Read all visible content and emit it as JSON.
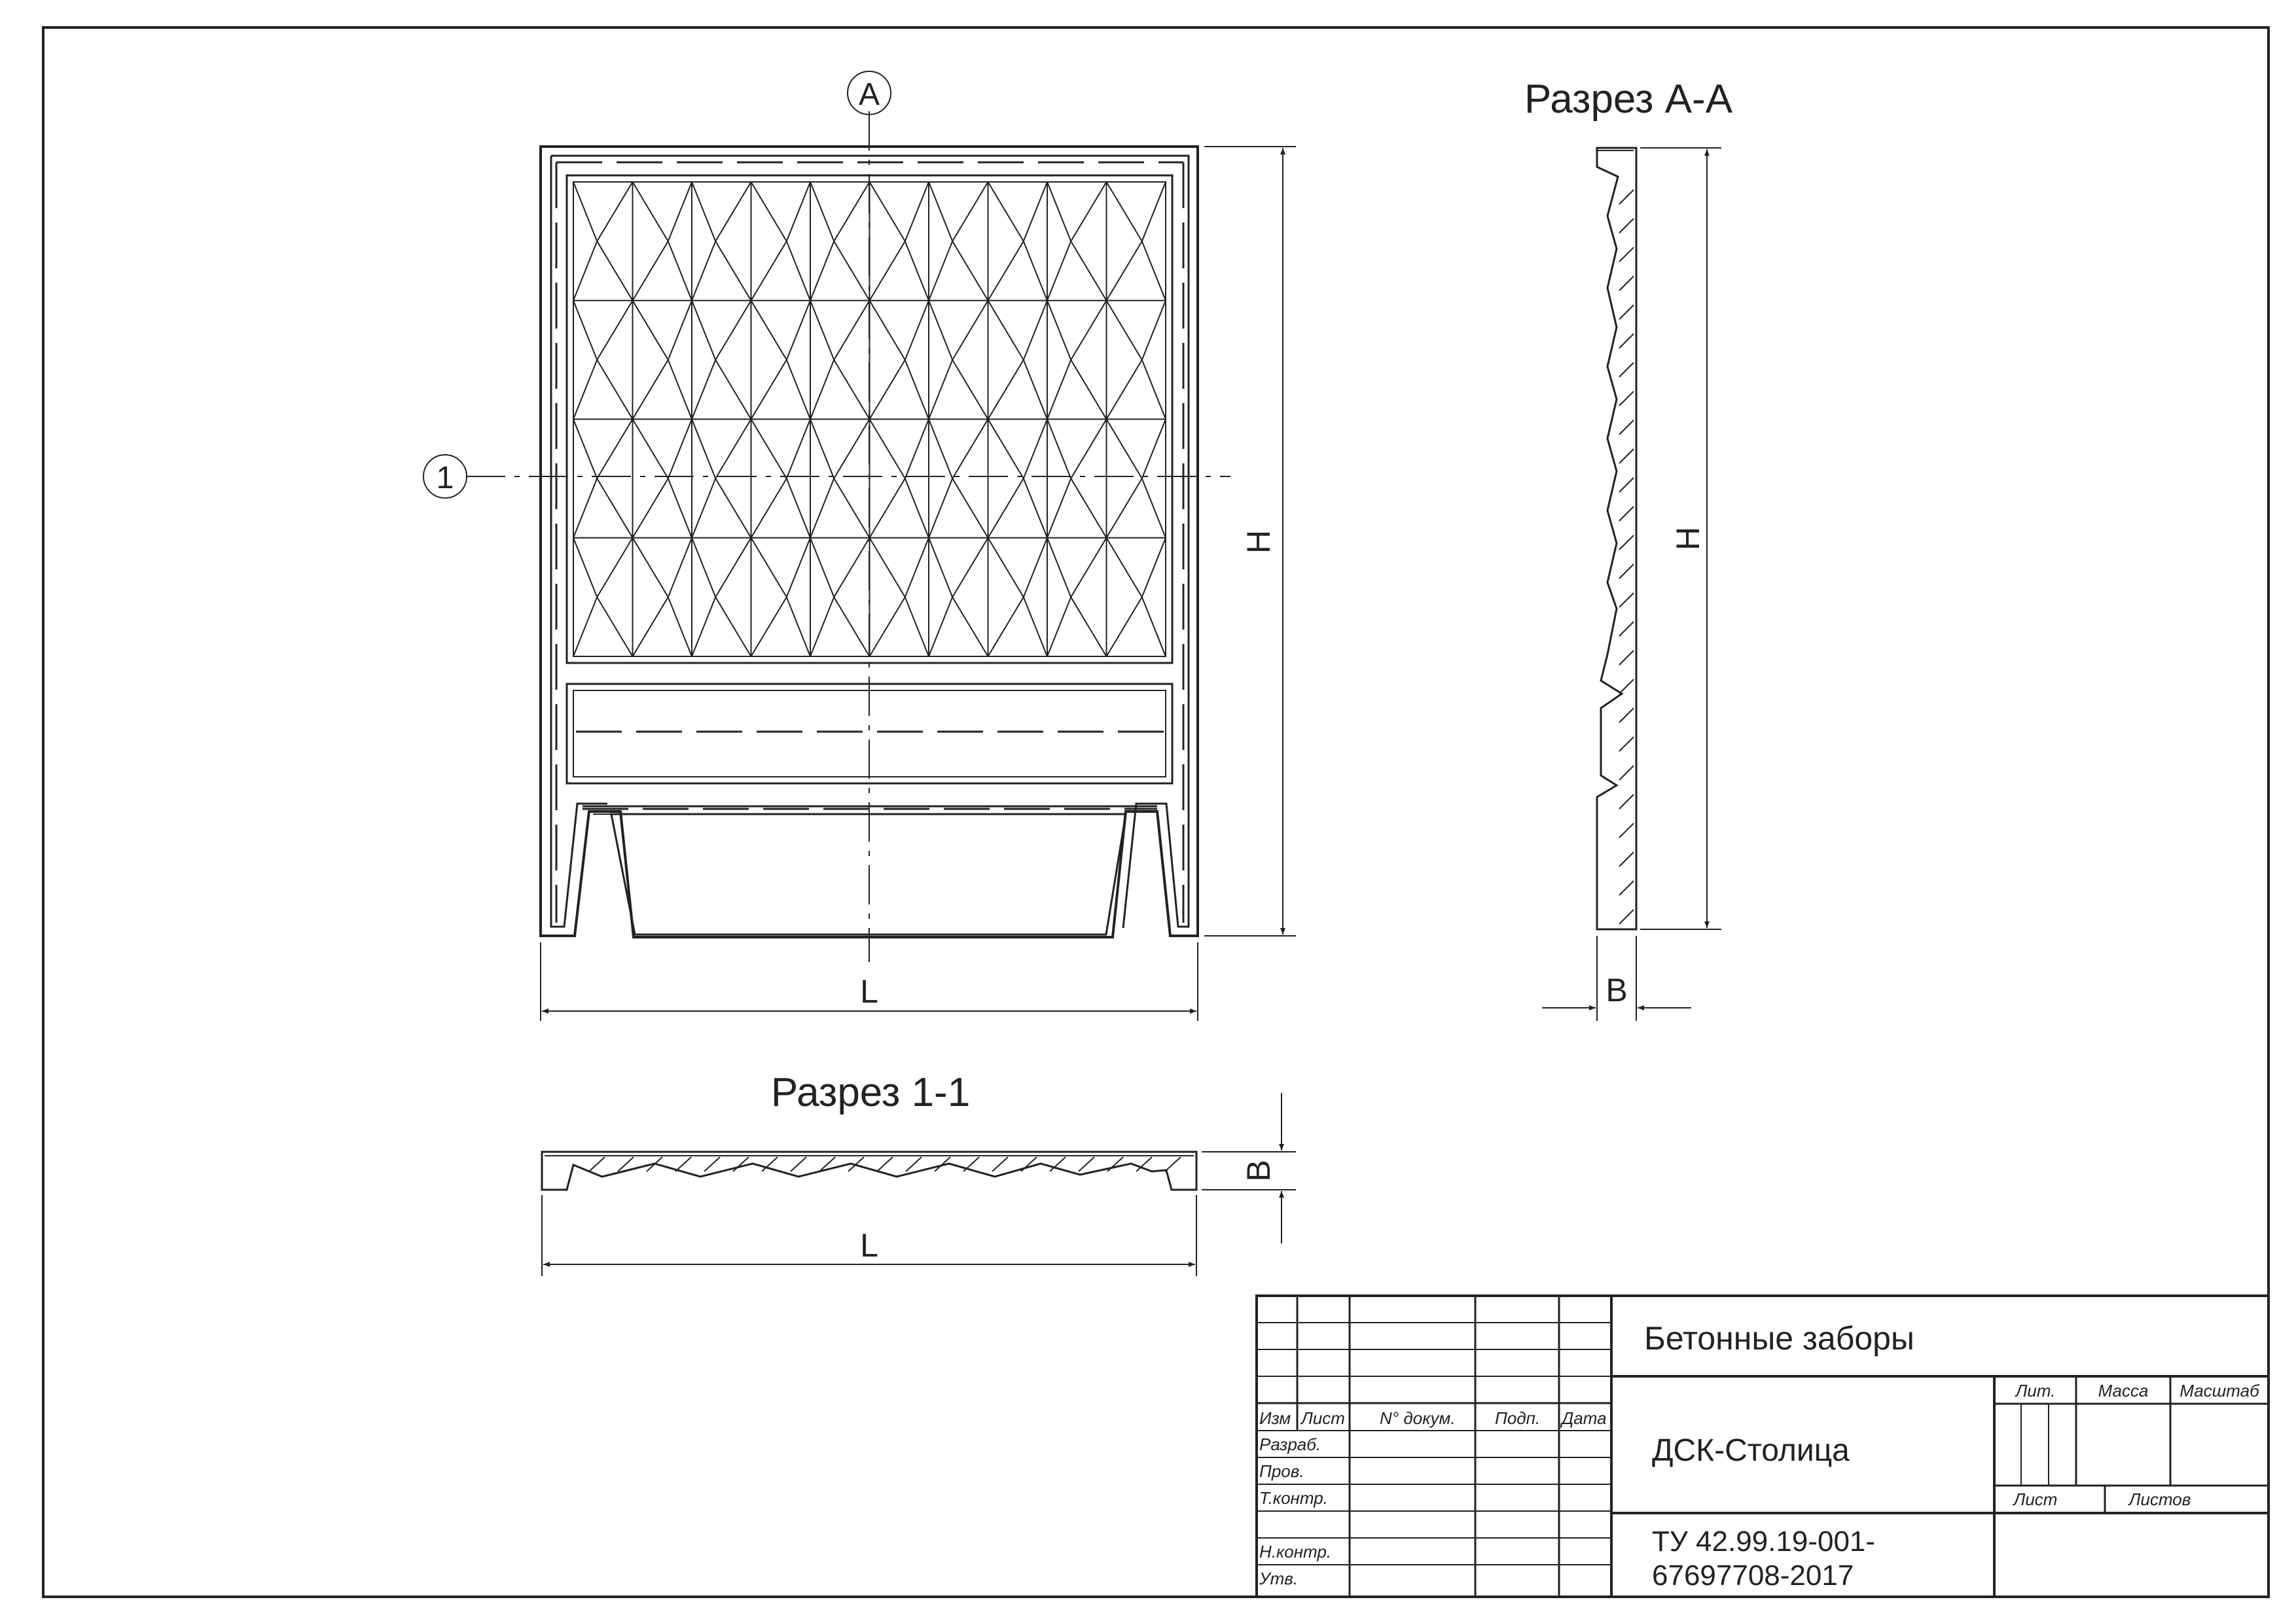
{
  "view_labels": {
    "section_aa": "Разрез А-А",
    "section_11": "Разрез 1-1",
    "marker_a": "А",
    "marker_1": "1"
  },
  "dimensions": {
    "front_height": "H",
    "front_length": "L",
    "section_aa_height": "H",
    "section_aa_thickness": "B",
    "section_11_thickness": "B",
    "section_11_length": "L"
  },
  "title_block": {
    "title": "Бетонные заборы",
    "organization": "ДСК-Столица",
    "doc_number_line1": "ТУ 42.99.19-001-",
    "doc_number_line2": "67697708-2017",
    "headers": {
      "izm": "Изм",
      "list": "Лист",
      "doc_no": "N° докум.",
      "podp": "Подп.",
      "data": "Дата",
      "lit": "Лит.",
      "massa": "Масса",
      "masshtab": "Масштаб",
      "list2": "Лист",
      "listov": "Листов"
    },
    "roles": {
      "razrab": "Разраб.",
      "prov": "Пров.",
      "tkontr": "Т.контр.",
      "nkontr": "Н.контр.",
      "utv": "Утв."
    }
  }
}
